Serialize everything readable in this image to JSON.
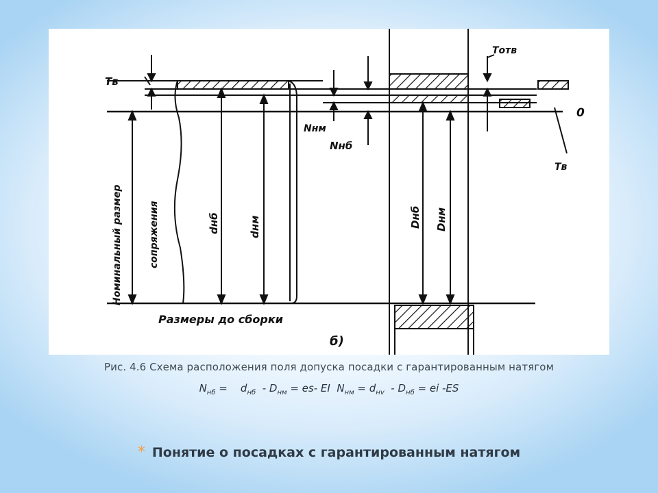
{
  "slide": {
    "caption": "Рис. 4.6 Схема расположения поля допуска  посадки с гарантированным  натягом",
    "formula": {
      "n_nb": "N",
      "n_nb_sub": "нб",
      "eq1": " =    d",
      "d_nb_sub": "нб",
      "eq2": "  - D",
      "d_nm_sub": "нм",
      "eq3": " = es- EI  N",
      "n_nm_sub": "нм",
      "eq4": " = d",
      "d_nv_sub": "нv",
      "eq5": "  - D",
      "d_nb2_sub": "нб",
      "eq6": " = ei -ES"
    },
    "title": "Понятие  о посадках с гарантированным натягом",
    "title_marker": "*"
  },
  "diagram": {
    "label_Tv_top": "Тв",
    "label_Totv": "Тотв",
    "label_zero": "0",
    "label_Tv_right": "Тв",
    "label_Nnm": "Nнм",
    "label_Nnb": "Nнб",
    "label_dnb": "dнб",
    "label_dnm": "dнм",
    "label_Dnb": "Dнб",
    "label_Dnm": "Dнм",
    "label_nominal_1": "Номинальный размер",
    "label_nominal_2": "сопряжения",
    "label_before_assembly": "Размеры до сборки",
    "label_b": "б)"
  },
  "colors": {
    "accent_star": "#f2a14a",
    "text": "#3f4a53"
  }
}
